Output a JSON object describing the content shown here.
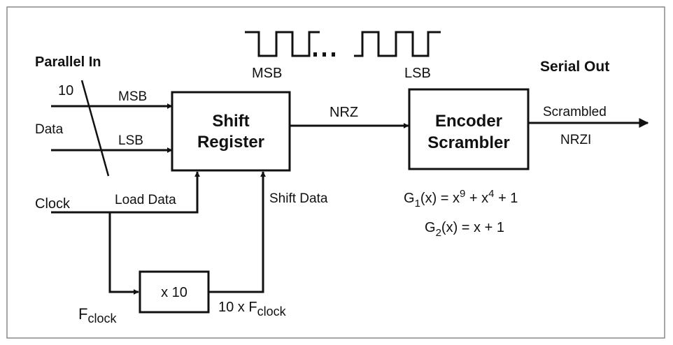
{
  "labels": {
    "parallel_in": "Parallel In",
    "serial_out": "Serial Out",
    "bus_width": "10",
    "msb_in": "MSB",
    "data": "Data",
    "lsb_in": "LSB",
    "clock": "Clock",
    "load_data": "Load Data",
    "shift_data": "Shift Data",
    "nrz": "NRZ",
    "scrambled": "Scrambled",
    "nrzi": "NRZI",
    "waveform_msb": "MSB",
    "waveform_lsb": "LSB",
    "f_clock_base": "F",
    "f_clock_sub": "clock",
    "tenx_prefix": "10 x F",
    "tenx_sub": "clock"
  },
  "blocks": {
    "shift_register_line1": "Shift",
    "shift_register_line2": "Register",
    "encoder_line1": "Encoder",
    "encoder_line2": "Scrambler",
    "multiplier": "x 10"
  },
  "equations": {
    "g1": {
      "lhs": "G",
      "lhs_sub": "1",
      "mid1": "(x) = x",
      "exp1": "9",
      "mid2": " + x",
      "exp2": "4",
      "tail": " + 1"
    },
    "g2": {
      "lhs": "G",
      "lhs_sub": "2",
      "rest": "(x) = x + 1"
    }
  },
  "colors": {
    "ink": "#111111",
    "frame": "#888888",
    "background": "#ffffff"
  }
}
